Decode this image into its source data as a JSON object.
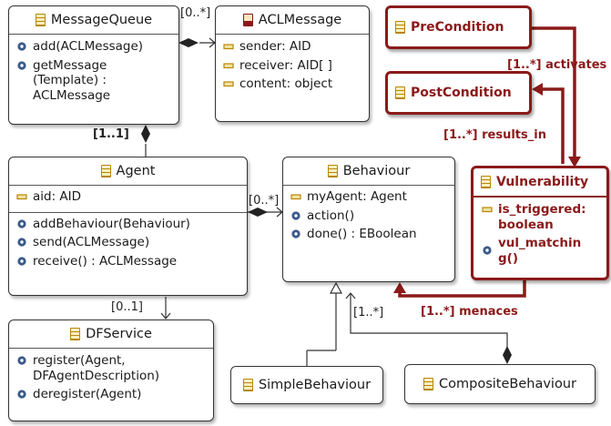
{
  "classes": {
    "message_queue": {
      "name": "MessageQueue",
      "operations": [
        "add(ACLMessage)",
        "getMessage\n(Template) :\nACLMessage"
      ]
    },
    "acl_message": {
      "name": "ACLMessage",
      "attributes": [
        "sender: AID",
        "receiver: AID[ ]",
        "content: object"
      ]
    },
    "agent": {
      "name": "Agent",
      "attributes": [
        "aid: AID"
      ],
      "operations": [
        "addBehaviour(Behaviour)",
        "send(ACLMessage)",
        "receive() : ACLMessage"
      ]
    },
    "behaviour": {
      "name": "Behaviour",
      "attributes": [
        "myAgent: Agent"
      ],
      "operations": [
        "action()",
        "done() : EBoolean"
      ]
    },
    "df_service": {
      "name": "DFService",
      "operations": [
        "register(Agent,\nDFAgentDescription)",
        "deregister(Agent)"
      ]
    },
    "simple_behaviour": {
      "name": "SimpleBehaviour"
    },
    "composite_behaviour": {
      "name": "CompositeBehaviour"
    },
    "pre_condition": {
      "name": "PreCondition"
    },
    "post_condition": {
      "name": "PostCondition"
    },
    "vulnerability": {
      "name": "Vulnerability",
      "attributes": [
        "is_triggered:\nboolean"
      ],
      "operations": [
        "vul_matchin\ng()"
      ]
    }
  },
  "labels": {
    "mq_acl": "[0..*]",
    "mq_agent": "[1..1]",
    "agent_behaviour": "[0..*]",
    "agent_df": "[0..1]",
    "composite_children": "[1..*]",
    "activates": "[1..*] activates",
    "results_in": "[1..*] results_in",
    "menaces": "[1..*] menaces"
  },
  "colors": {
    "accent_red": "#8b1a1a",
    "box_border": "#333333",
    "icon_gold": "#b8860b",
    "op_icon": "#3a5a8a"
  }
}
